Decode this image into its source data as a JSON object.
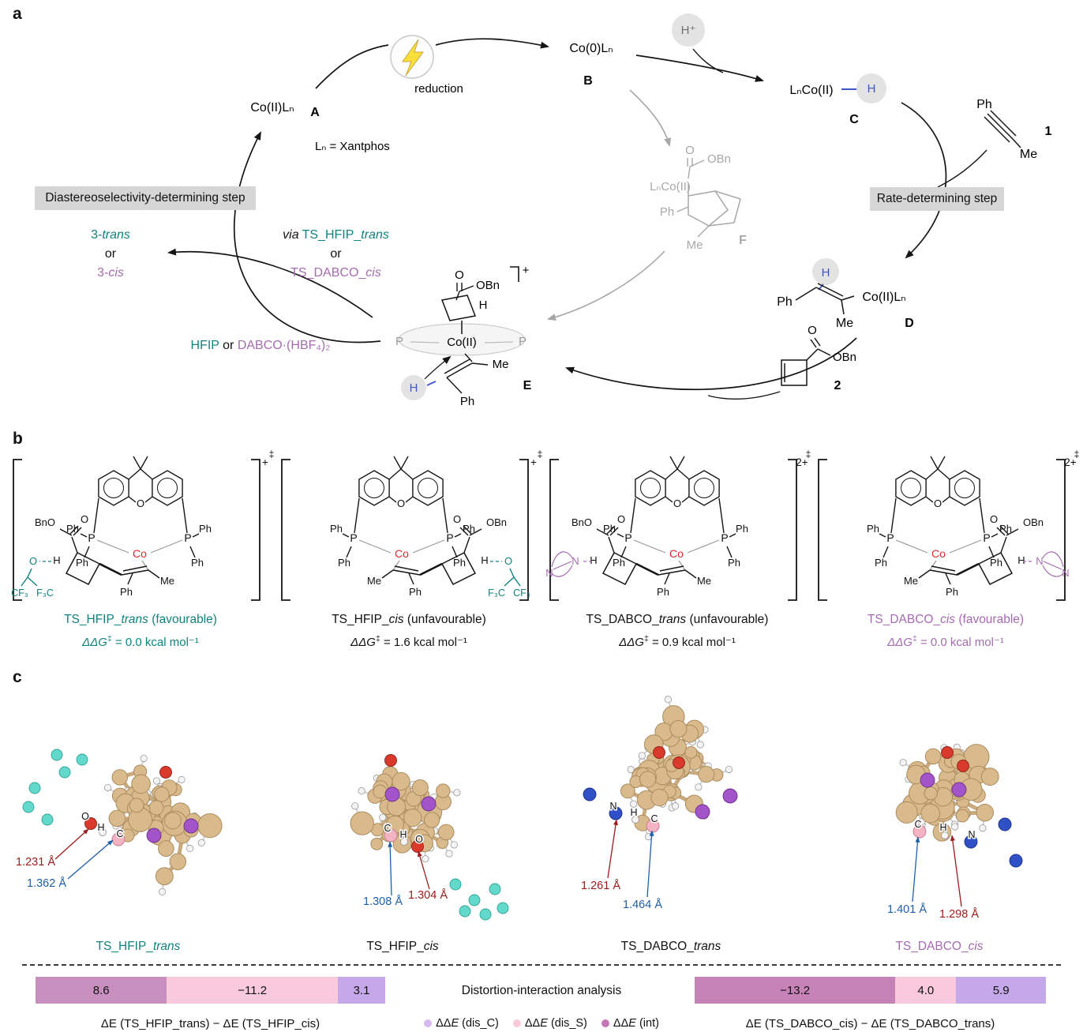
{
  "colors": {
    "teal": "#10837e",
    "purple": "#a56cb0",
    "blue": "#4056c8",
    "red": "#d92b2b",
    "gray": "#a8a8a8"
  },
  "atom_colors": {
    "C_tan": "#d9ba8c",
    "H_white": "#f4f4f4",
    "F_cyan": "#62d9cb",
    "O_red": "#d93a2b",
    "N_blue": "#3050c8",
    "P_purple": "#a254c8",
    "C_pink": "#f3b3c2"
  },
  "atoms": {
    "O": "O",
    "H": "H",
    "C": "C",
    "N": "N",
    "P": "P",
    "Co": "Co",
    "Me": "Me",
    "Ph": "Ph",
    "OBn": "OBn",
    "BnO": "BnO",
    "CF3": "CF₃",
    "F3C": "F₃C",
    "dagger": "‡"
  },
  "panel_a": {
    "label": "a",
    "reduction": "reduction",
    "species_A": "Co(II)Lₙ",
    "species_A_tag": "A",
    "ligand_note": "Lₙ = Xantphos",
    "species_B": "Co(0)Lₙ",
    "species_B_tag": "B",
    "h_plus": "H⁺",
    "species_C": "LₙCo(II)",
    "species_C_H": "H",
    "species_C_tag": "C",
    "alkyne_ph": "Ph",
    "alkyne_me": "Me",
    "compound_1_tag": "1",
    "rate_step": "Rate-determining step",
    "dia_step": "Diastereoselectivity-determining step",
    "product_trans_prefix": "3-",
    "product_trans": "trans",
    "or_1": "or",
    "product_cis_prefix": "3-",
    "product_cis": "cis",
    "via": "via",
    "ts_hfip_trans_pre": "TS_HFIP_",
    "ts_hfip_trans_it": "trans",
    "or_2": "or",
    "ts_dabco_cis_pre": "TS_DABCO_",
    "ts_dabco_cis_it": "cis",
    "hfip": "HFIP",
    "or_3": "or",
    "dabco_salt": "DABCO·(HBF₄)₂",
    "species_D": {
      "ph": "Ph",
      "h": "H",
      "co": "Co(II)Lₙ",
      "me": "Me",
      "tag": "D"
    },
    "compound_2": {
      "o": "O",
      "obn": "OBn",
      "tag": "2"
    },
    "species_E": {
      "o": "O",
      "obn": "OBn",
      "h1": "H",
      "co": "Co(II)",
      "p_left": "P",
      "p_right": "P",
      "me": "Me",
      "h2": "H",
      "ph": "Ph",
      "charge": "+",
      "tag": "E"
    },
    "species_F": {
      "o": "O",
      "obn": "OBn",
      "co": "LₙCo(II)",
      "ph": "Ph",
      "me": "Me",
      "tag": "F"
    }
  },
  "panel_b": {
    "label": "b",
    "structures": [
      {
        "name_pre": "TS_HFIP_",
        "name_it": "trans",
        "verdict": " (favourable)",
        "dg": "ΔΔG",
        "dagger": "‡",
        "energy_rest": " = 0.0 kcal mol⁻¹",
        "charge": "+",
        "accent": "#10837e",
        "partner": "hfip",
        "mirror": true,
        "ester": "BnO"
      },
      {
        "name_pre": "TS_HFIP_",
        "name_it": "cis",
        "verdict": " (unfavourable)",
        "dg": "ΔΔG",
        "dagger": "‡",
        "energy_rest": " = 1.6 kcal mol⁻¹",
        "charge": "+",
        "accent": "#111111",
        "partner": "hfip",
        "mirror": false,
        "ester": "OBn"
      },
      {
        "name_pre": "TS_DABCO_",
        "name_it": "trans",
        "verdict": " (unfavourable)",
        "dg": "ΔΔG",
        "dagger": "‡",
        "energy_rest": " = 0.9 kcal mol⁻¹",
        "charge": "2+",
        "accent": "#111111",
        "partner": "dabco",
        "mirror": true,
        "ester": "BnO"
      },
      {
        "name_pre": "TS_DABCO_",
        "name_it": "cis",
        "verdict": " (favourable)",
        "dg": "ΔΔG",
        "dagger": "‡",
        "energy_rest": " = 0.0 kcal mol⁻¹",
        "charge": "2+",
        "accent": "#a56cb0",
        "partner": "dabco",
        "mirror": false,
        "ester": "OBn"
      }
    ]
  },
  "panel_c": {
    "label": "c",
    "structures": [
      {
        "name_pre": "TS_HFIP_",
        "name_it": "trans",
        "accent": "#10837e",
        "ann1": "1.231 Å",
        "ann1_color": "#9b1c1c",
        "ann2": "1.362 Å",
        "ann2_color": "#1e5fa9",
        "atom_labels": [
          "O",
          "H",
          "C"
        ]
      },
      {
        "name_pre": "TS_HFIP_",
        "name_it": "cis",
        "accent": "#111111",
        "ann1": "1.308 Å",
        "ann1_color": "#1e5fa9",
        "ann2": "1.304 Å",
        "ann2_color": "#9b1c1c",
        "atom_labels": [
          "C",
          "H",
          "O"
        ]
      },
      {
        "name_pre": "TS_DABCO_",
        "name_it": "trans",
        "accent": "#111111",
        "ann1": "1.261 Å",
        "ann1_color": "#9b1c1c",
        "ann2": "1.464 Å",
        "ann2_color": "#1e5fa9",
        "atom_labels": [
          "N",
          "H",
          "C"
        ]
      },
      {
        "name_pre": "TS_DABCO_",
        "name_it": "cis",
        "accent": "#a56cb0",
        "ann1": "1.401 Å",
        "ann1_color": "#1e5fa9",
        "ann2": "1.298 Å",
        "ann2_color": "#9b1c1c",
        "atom_labels": [
          "C",
          "H",
          "N"
        ]
      }
    ],
    "analysis": {
      "title": "Distortion-interaction analysis",
      "bars": [
        {
          "caption": "ΔE (TS_HFIP_trans) − ΔE (TS_HFIP_cis)",
          "segments": [
            {
              "text": "8.6",
              "value": 8.6,
              "color": "#c990bf"
            },
            {
              "text": "−11.2",
              "value": 11.2,
              "color": "#f9c9dc"
            },
            {
              "text": "3.1",
              "value": 3.1,
              "color": "#c5a8e9"
            }
          ]
        },
        {
          "caption": "ΔE (TS_DABCO_cis) − ΔE (TS_DABCO_trans)",
          "segments": [
            {
              "text": "−13.2",
              "value": 13.2,
              "color": "#c783b8"
            },
            {
              "text": "4.0",
              "value": 4.0,
              "color": "#f9c9dc"
            },
            {
              "text": "5.9",
              "value": 5.9,
              "color": "#c5a8e9"
            }
          ]
        }
      ],
      "legend": [
        {
          "pre": "ΔΔ",
          "e": "E",
          "rest": " (dis_C)",
          "color": "#d9b9ee"
        },
        {
          "pre": "ΔΔ",
          "e": "E",
          "rest": " (dis_S)",
          "color": "#f9c9dc"
        },
        {
          "pre": "ΔΔ",
          "e": "E",
          "rest": " (int)",
          "color": "#c578b6"
        }
      ]
    }
  }
}
